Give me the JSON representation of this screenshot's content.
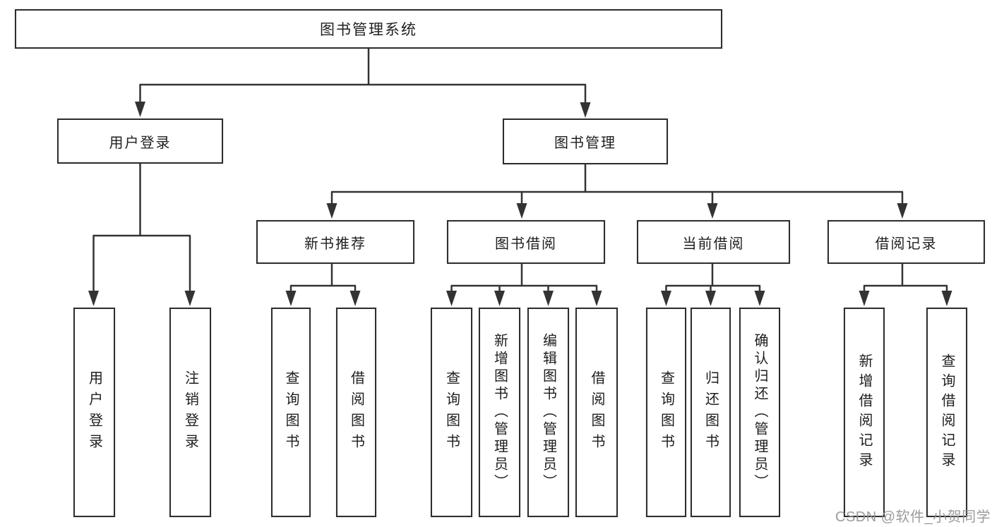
{
  "nodes": {
    "root": "图书管理系统",
    "user_login": "用户登录",
    "book_mgmt": "图书管理",
    "new_book_rec": "新书推荐",
    "book_borrow": "图书借阅",
    "current_borrow": "当前借阅",
    "borrow_records": "借阅记录",
    "leaf_user_login": "用户登录",
    "leaf_logout": "注销登录",
    "leaf_query_book_rec": "查询图书",
    "leaf_borrow_book_rec": "借阅图书",
    "leaf_query_book_borrow": "查询图书",
    "leaf_add_book_admin": "新增图书（管理员）",
    "leaf_edit_book_admin": "编辑图书（管理员）",
    "leaf_borrow_book_borrow": "借阅图书",
    "leaf_query_book_current": "查询图书",
    "leaf_return_book": "归还图书",
    "leaf_confirm_return_admin": "确认归还（管理员）",
    "leaf_add_borrow_record": "新增借阅记录",
    "leaf_query_borrow_record": "查询借阅记录"
  },
  "watermark": "CSDN @软件_小贺同学",
  "colors": {
    "line": "#333333",
    "border": "#2e2e2e",
    "text": "#1e1e1e",
    "watermark": "#949494",
    "background": "#ffffff"
  }
}
